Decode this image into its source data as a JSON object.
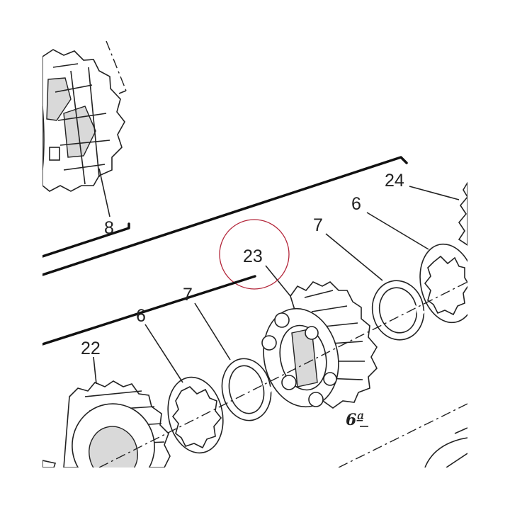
{
  "labels": {
    "part_8": "8",
    "part_24": "24",
    "part_6_right": "6",
    "part_7_right": "7",
    "part_23": "23",
    "part_7_left": "7",
    "part_6_left": "6",
    "part_22": "22",
    "gear_note": "6ª"
  },
  "colors": {
    "line": "#222222",
    "highlight_circle": "#b3263a",
    "background": "#ffffff"
  }
}
